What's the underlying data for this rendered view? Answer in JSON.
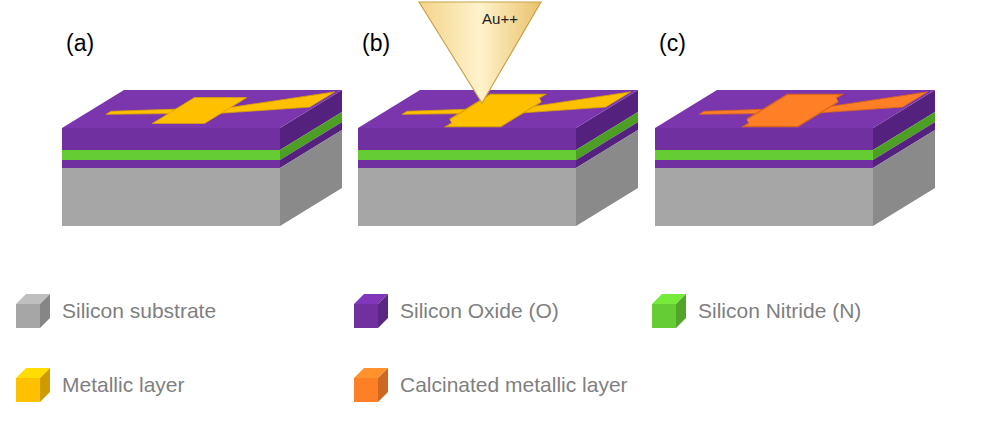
{
  "diagram": {
    "nodes": [
      {
        "text": [
          "Au++"
        ]
      }
    ],
    "edges": [],
    "labels": [
      "(a)",
      "(b)",
      "(c)"
    ],
    "legend": [
      {
        "text": "Silicon substrate",
        "color": "#a6a6a6"
      },
      {
        "text": "Silicon Oxide (O)",
        "color": "#7030a0"
      },
      {
        "text": "Silicon Nitride (N)",
        "color": "#66cc33"
      },
      {
        "text": "Metallic layer",
        "color": "#ffc000"
      },
      {
        "text": "Calcinated metallic layer",
        "color": "#ff7f27"
      }
    ]
  }
}
